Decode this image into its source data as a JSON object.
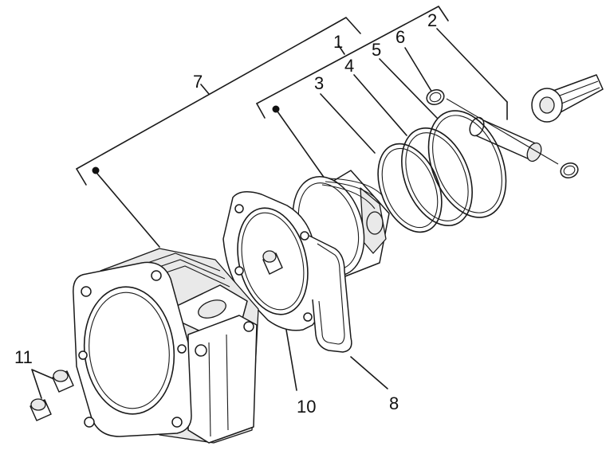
{
  "diagram": {
    "callouts": [
      "1",
      "2",
      "3",
      "4",
      "5",
      "6",
      "7",
      "8",
      "10",
      "11"
    ]
  }
}
